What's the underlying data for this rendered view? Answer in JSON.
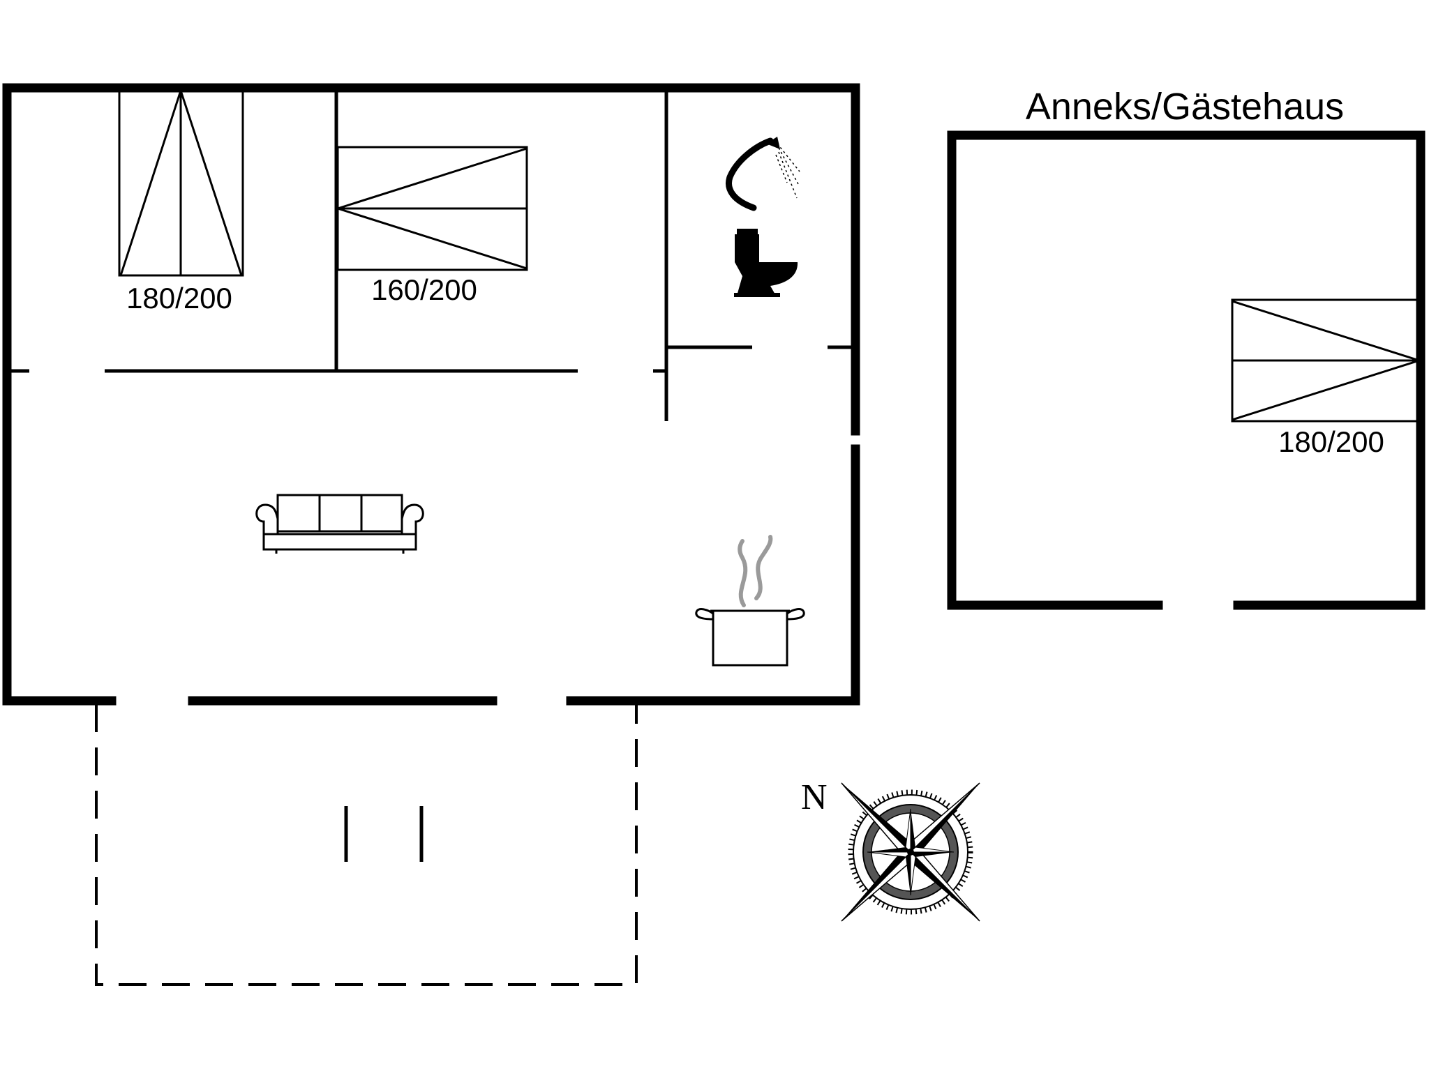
{
  "annex": {
    "title": "Anneks/Gästehaus"
  },
  "beds": {
    "bedroom1": "180/200",
    "bedroom2": "160/200",
    "annex": "180/200"
  },
  "compass": {
    "north": "N"
  },
  "icons": {
    "shower": "shower-icon",
    "toilet": "toilet-icon",
    "sofa": "sofa-icon",
    "cooking_pot": "cooking-pot-icon",
    "compass": "compass-rose-icon"
  },
  "colors": {
    "walls": "#000000",
    "background": "#ffffff",
    "compass_fill": "#555555"
  }
}
